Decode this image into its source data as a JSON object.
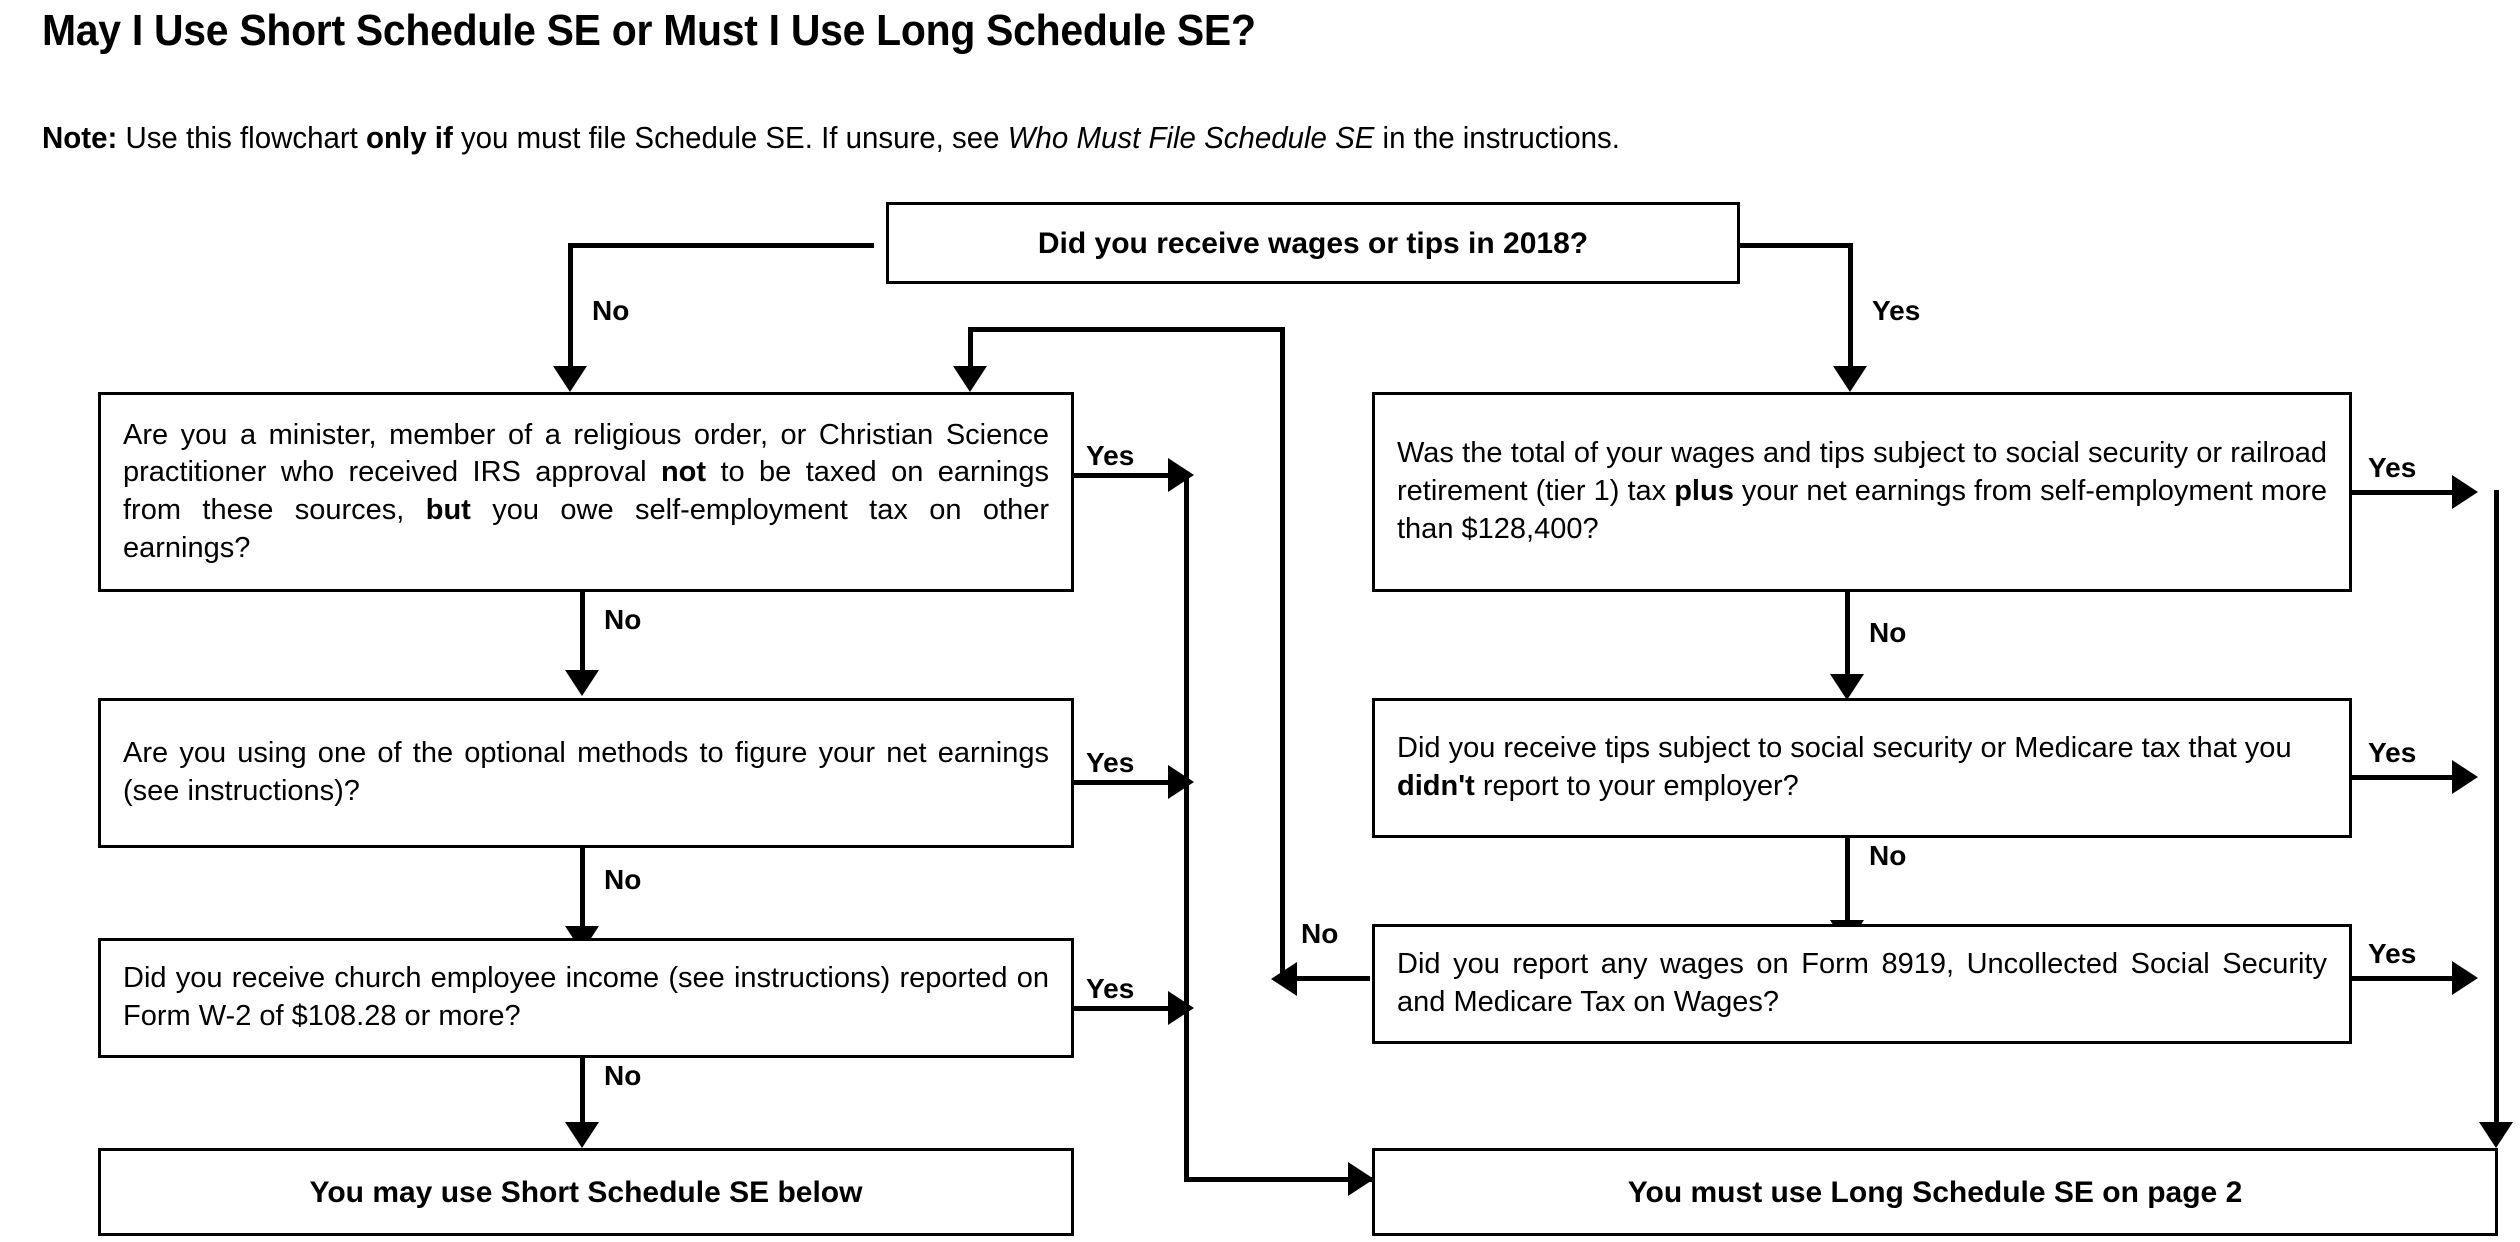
{
  "header": {
    "title": "May I Use Short Schedule SE or Must I Use Long Schedule SE?",
    "note_label": "Note:",
    "note_text_1": " Use this flowchart ",
    "note_bold_1": "only if",
    "note_text_2": " you must file Schedule SE. If unsure, see ",
    "note_italic_1": "Who Must File Schedule SE",
    "note_text_3": " in the instructions."
  },
  "chart_data": {
    "type": "diagram",
    "title": "May I Use Short Schedule SE or Must I Use Long Schedule SE?",
    "nodes": [
      {
        "id": "q_top",
        "label": "Did you receive wages or tips in 2018?"
      },
      {
        "id": "q_l1",
        "label": "Are you a minister, member of a religious order, or Christian Science practitioner who received IRS approval not to be taxed on earnings from these sources, but you owe self-employment tax on other earnings?"
      },
      {
        "id": "q_l2",
        "label": "Are you using one of the optional methods to figure your net earnings (see instructions)?"
      },
      {
        "id": "q_l3",
        "label": "Did you receive church employee income (see instructions) reported on Form  W-2 of $108.28 or more?"
      },
      {
        "id": "q_r1",
        "label": "Was the total of your wages and tips subject to social security or railroad retirement (tier 1) tax plus your net earnings from self-employment more than $128,400?"
      },
      {
        "id": "q_r2",
        "label": "Did you receive tips subject to social security or Medicare tax that you didn't report to your employer?"
      },
      {
        "id": "q_r3",
        "label": "Did you report any wages on Form 8919, Uncollected Social Security and Medicare Tax on Wages?"
      },
      {
        "id": "out_short",
        "label": "You may use Short Schedule SE below"
      },
      {
        "id": "out_long",
        "label": "You must use Long Schedule SE on page 2"
      }
    ],
    "edges": [
      {
        "from": "q_top",
        "to": "q_l1",
        "label": "No"
      },
      {
        "from": "q_top",
        "to": "q_r1",
        "label": "Yes"
      },
      {
        "from": "q_l1",
        "to": "out_long",
        "label": "Yes"
      },
      {
        "from": "q_l1",
        "to": "q_l2",
        "label": "No"
      },
      {
        "from": "q_l2",
        "to": "out_long",
        "label": "Yes"
      },
      {
        "from": "q_l2",
        "to": "q_l3",
        "label": "No"
      },
      {
        "from": "q_l3",
        "to": "out_long",
        "label": "Yes"
      },
      {
        "from": "q_l3",
        "to": "out_short",
        "label": "No"
      },
      {
        "from": "q_r1",
        "to": "out_long",
        "label": "Yes"
      },
      {
        "from": "q_r1",
        "to": "q_r2",
        "label": "No"
      },
      {
        "from": "q_r2",
        "to": "out_long",
        "label": "Yes"
      },
      {
        "from": "q_r2",
        "to": "q_r3",
        "label": "No"
      },
      {
        "from": "q_r3",
        "to": "out_long",
        "label": "Yes"
      },
      {
        "from": "q_r3",
        "to": "q_l1",
        "label": "No"
      }
    ]
  },
  "boxes": {
    "top": {
      "text": "Did you receive wages or tips in 2018?"
    },
    "left1": {
      "p1": "Are you a minister, member of a religious order, or Christian Science practitioner who received IRS approval ",
      "b1": "not",
      "p2": " to be taxed on earnings from these sources, ",
      "b2": "but",
      "p3": " you owe self-employment tax on other earnings?"
    },
    "left2": {
      "text": "Are you using one of the optional methods to figure your net earnings (see instructions)?"
    },
    "left3": {
      "text": "Did you receive church employee income (see instructions) reported on Form  W-2 of $108.28 or more?"
    },
    "right1": {
      "p1": "Was the total of your wages and tips subject to social security or railroad retirement (tier 1) tax ",
      "b1": "plus",
      "p2": " your net earnings from self-employment more than $128,400?"
    },
    "right2": {
      "p1": "Did you receive tips subject to social security or Medicare tax that you ",
      "b1": "didn't",
      "p2": " report to your employer?"
    },
    "right3": {
      "text": "Did you report any wages on Form 8919, Uncollected Social Security and Medicare Tax on Wages?"
    },
    "out_short": {
      "text": "You may use Short Schedule SE below"
    },
    "out_long": {
      "text": "You must use Long Schedule SE on page 2"
    }
  },
  "labels": {
    "top_no": "No",
    "top_yes": "Yes",
    "l1_yes": "Yes",
    "l1_no": "No",
    "l2_yes": "Yes",
    "l2_no": "No",
    "l3_yes": "Yes",
    "l3_no": "No",
    "r1_yes": "Yes",
    "r1_no": "No",
    "r2_yes": "Yes",
    "r2_no": "No",
    "r3_yes": "Yes",
    "r3_no": "No"
  },
  "colors": {
    "stroke": "#000000",
    "background": "#ffffff"
  }
}
